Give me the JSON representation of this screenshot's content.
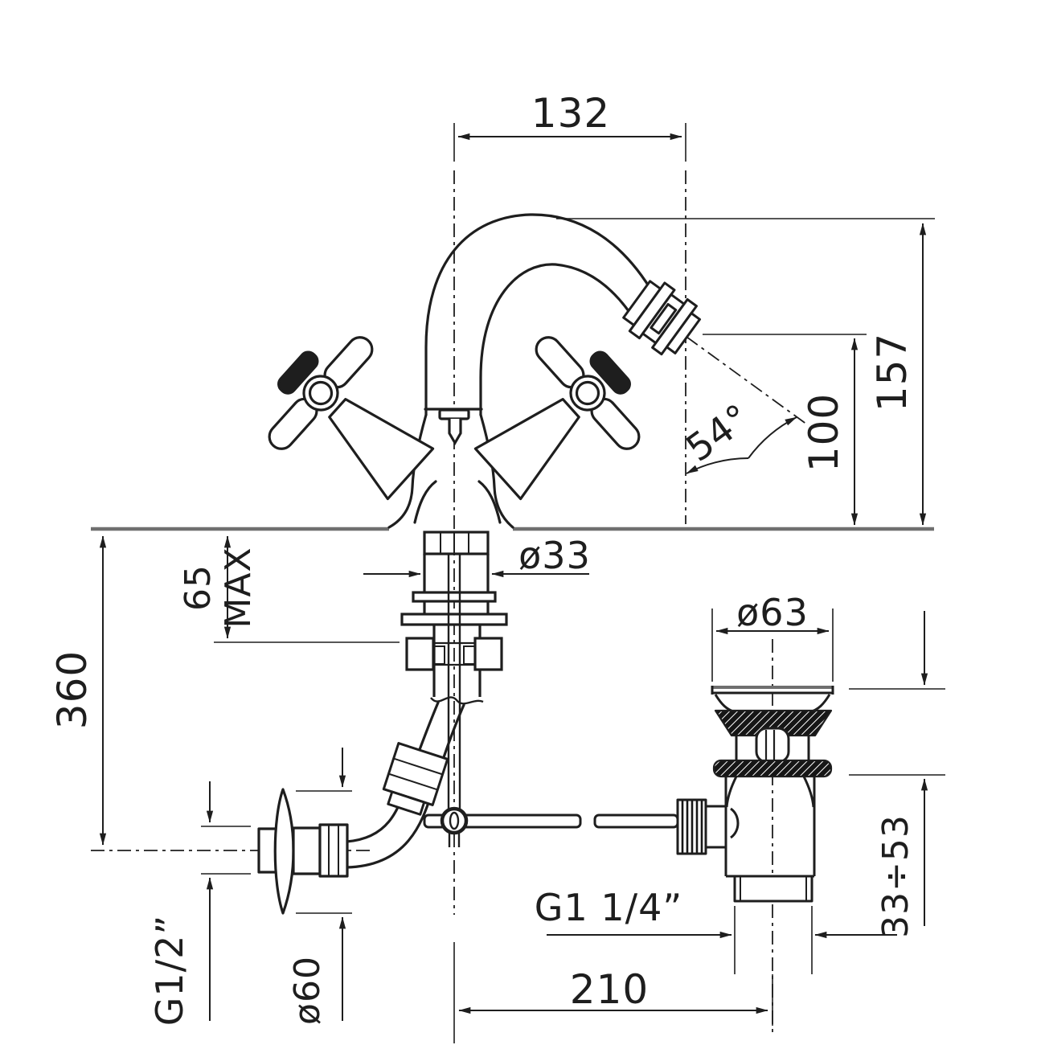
{
  "drawing": {
    "background": "#ffffff",
    "line_color": "#1e1e1e",
    "heavy_line_color": "#6f6f6f"
  },
  "labels": {
    "spout_reach": "132",
    "height_spout_top": "157",
    "height_spout_outlet": "100",
    "spout_angle": "54°",
    "shank_diameter": "ø33",
    "deck_thickness": "65",
    "deck_thickness_qualifier": "MAX",
    "depth_below_deck": "360",
    "waste_flange_diameter": "ø63",
    "waste_clamping_range": "33÷53",
    "waste_thread": "G1 1/4”",
    "supply_thread": "G1/2”",
    "supply_escutcheon_diameter": "ø60",
    "waste_offset": "210"
  }
}
